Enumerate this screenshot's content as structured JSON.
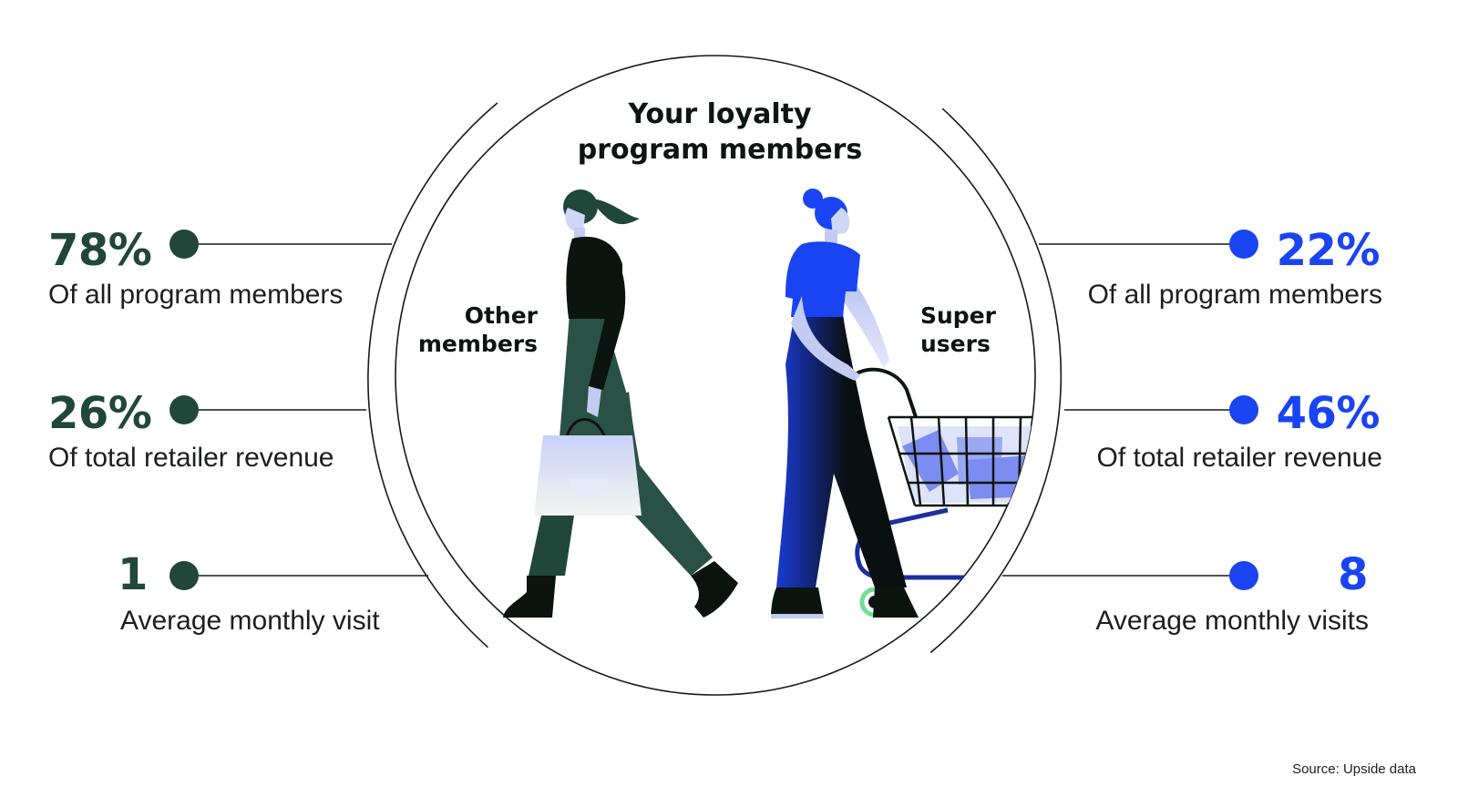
{
  "title": "Your loyalty program members",
  "title_lines": [
    "Your loyalty",
    "program members"
  ],
  "groups": {
    "other": {
      "label_lines": [
        "Other",
        "members"
      ],
      "color": "#21463a"
    },
    "super": {
      "label_lines": [
        "Super",
        "users"
      ],
      "color": "#1a44f2"
    }
  },
  "left_stats": [
    {
      "value": "78%",
      "label": "Of all program members"
    },
    {
      "value": "26%",
      "label": "Of total retailer revenue"
    },
    {
      "value": "1",
      "label": "Average monthly visit"
    }
  ],
  "right_stats": [
    {
      "value": "22%",
      "label": "Of all program members"
    },
    {
      "value": "46%",
      "label": "Of total retailer revenue"
    },
    {
      "value": "8",
      "label": "Average monthly visits"
    }
  ],
  "source": "Source: Upside data",
  "icons": [
    "woman-with-shopping-bag-illustration",
    "woman-with-shopping-cart-illustration"
  ]
}
